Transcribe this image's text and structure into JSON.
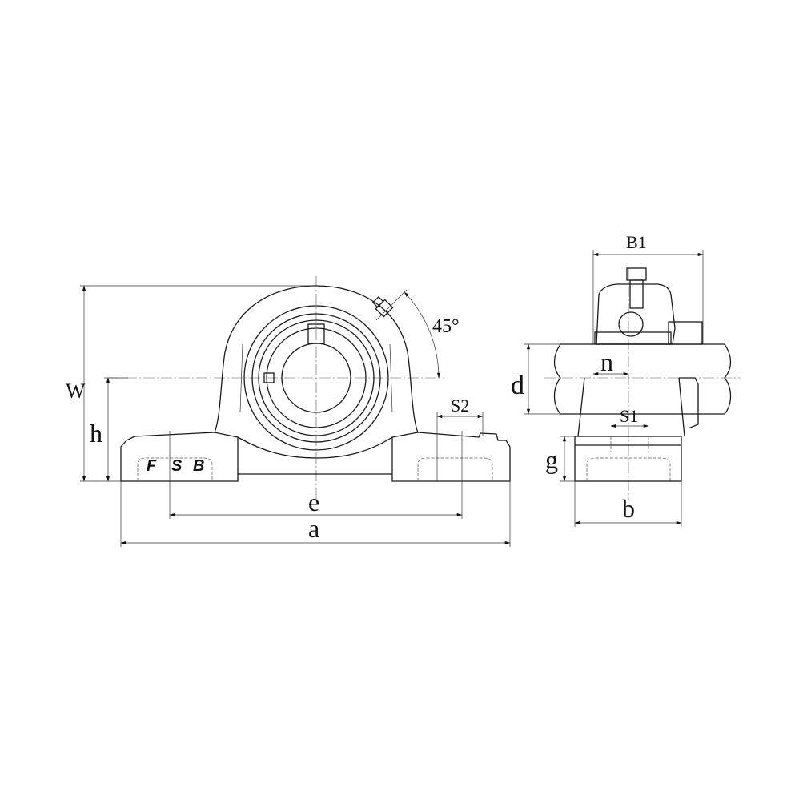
{
  "labels": {
    "W": "W",
    "h": "h",
    "e": "e",
    "a": "a",
    "S2": "S2",
    "angle": "45°",
    "B1": "B1",
    "d": "d",
    "n": "n",
    "S1": "S1",
    "g": "g",
    "b": "b"
  },
  "logo": {
    "text": "F S B",
    "letters": [
      "F",
      "S",
      "B"
    ]
  },
  "colors": {
    "line": "#1a1a1a",
    "background": "#ffffff"
  }
}
